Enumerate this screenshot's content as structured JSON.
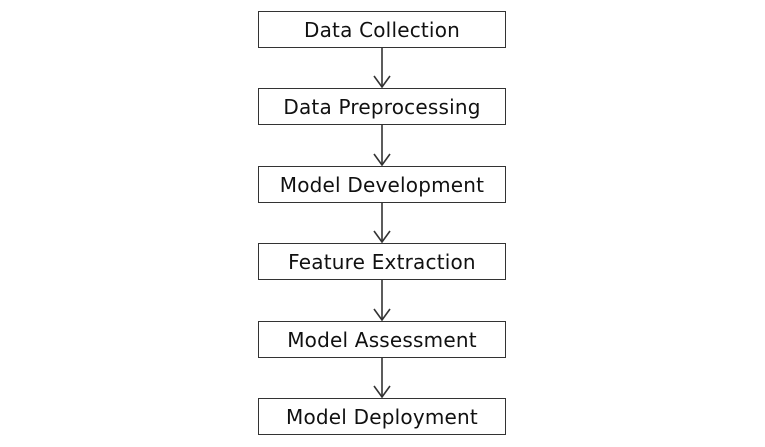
{
  "diagram": {
    "steps": [
      {
        "label": "Data Collection"
      },
      {
        "label": "Data Preprocessing"
      },
      {
        "label": "Model Development"
      },
      {
        "label": "Feature Extraction"
      },
      {
        "label": "Model Assessment"
      },
      {
        "label": "Model Deployment"
      }
    ],
    "colors": {
      "border": "#333333",
      "text": "#111111",
      "background": "#ffffff"
    }
  }
}
